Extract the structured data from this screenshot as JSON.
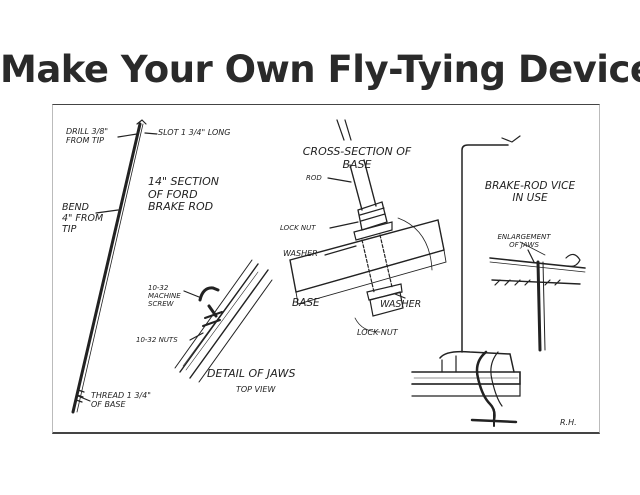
{
  "title": "Make Your Own Fly-Tying Device!",
  "labels": {
    "drill": [
      "DRILL 3/8\"",
      "FROM TIP"
    ],
    "slot": "SLOT 1 3/4\" LONG",
    "bend": [
      "BEND",
      "4\" FROM",
      "TIP"
    ],
    "section": [
      "14\" SECTION",
      "OF FORD",
      "BRAKE ROD"
    ],
    "screw": [
      "10-32",
      "MACHINE",
      "SCREW"
    ],
    "nuts": "10-32 NUTS",
    "thread": [
      "THREAD 1 3/4\"",
      "OF BASE"
    ],
    "detail_jaws": "DETAIL OF JAWS",
    "top_view": "TOP VIEW",
    "cross_section": [
      "CROSS-SECTION OF",
      "BASE"
    ],
    "rod": "ROD",
    "lock_nut_top": "LOCK NUT",
    "washer_top": "WASHER",
    "base": "BASE",
    "washer_bottom": "WASHER",
    "lock_nut_bottom": "LOCK NUT",
    "vice_in_use": [
      "BRAKE-ROD VICE",
      "IN USE"
    ],
    "enlargement": [
      "ENLARGEMENT",
      "OF JAWS"
    ],
    "signature": "R.H."
  }
}
